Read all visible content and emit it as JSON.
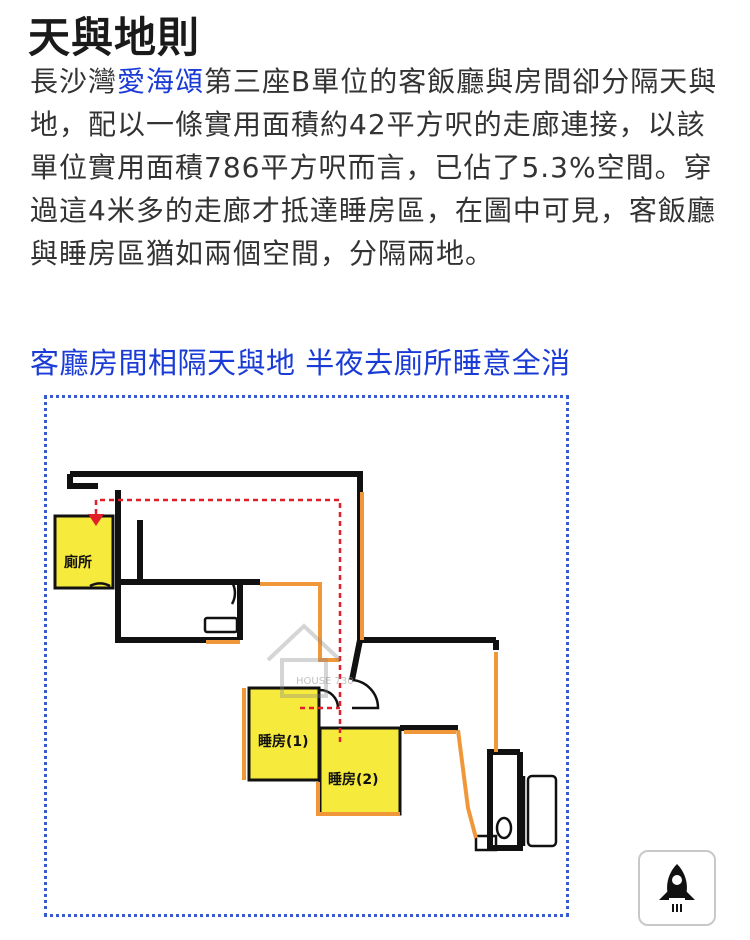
{
  "article": {
    "title": "天與地則",
    "para_prefix": "長沙灣",
    "para_link": "愛海頌",
    "para_rest": "第三座B單位的客飯廳與房間卻分隔天與地，配以一條實用面積約42平方呎的走廊連接，以該單位實用面積786平方呎而言，已佔了5.3%空間。穿過這4米多的走廊才抵達睡房區，在圖中可見，客飯廳與睡房區猶如兩個空間，分隔兩地。",
    "subheading": "客廳房間相隔天與地 半夜去廁所睡意全消"
  },
  "floorplan": {
    "labels": {
      "toilet": "廁所",
      "bedroom1": "睡房(1)",
      "bedroom2": "睡房(2)"
    },
    "watermark": "HOUSE 730",
    "colors": {
      "wall": "#111111",
      "window": "#f0973a",
      "room_fill": "#f6ea3d",
      "route": "#e01f2a",
      "frame": "#3a5bd0"
    }
  },
  "scroll_button": {
    "icon": "rocket-icon"
  }
}
